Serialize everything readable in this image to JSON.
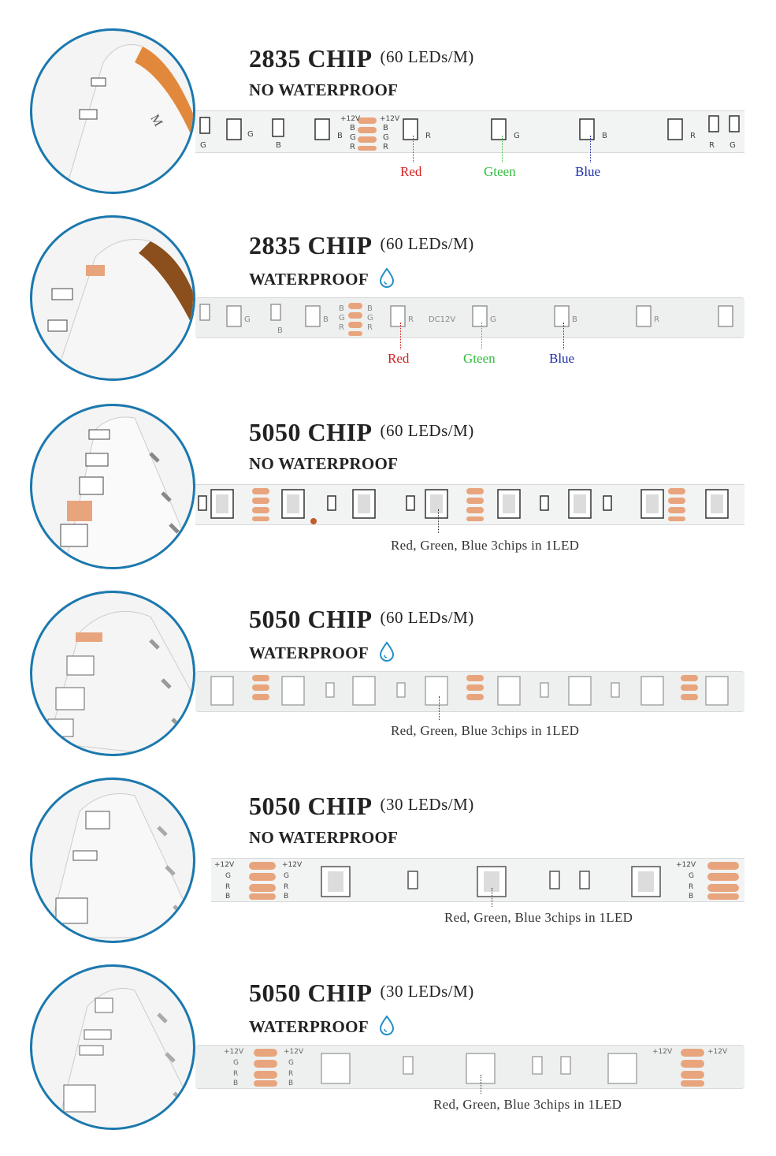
{
  "sections": [
    {
      "chip": "2835 CHIP",
      "density": "(60 LEDs/M)",
      "rating": "NO WATERPROOF",
      "waterproof": false,
      "callouts": [
        {
          "label": "Red",
          "color": "#d42020"
        },
        {
          "label": "Gteen",
          "color": "#2fbf3a"
        },
        {
          "label": "Blue",
          "color": "#1b2fa8"
        }
      ],
      "pad_labels": [
        "+12V",
        "B",
        "G",
        "R"
      ]
    },
    {
      "chip": "2835 CHIP",
      "density": "(60 LEDs/M)",
      "rating": "WATERPROOF",
      "waterproof": true,
      "callouts": [
        {
          "label": "Red",
          "color": "#d42020"
        },
        {
          "label": "Gteen",
          "color": "#2fbf3a"
        },
        {
          "label": "Blue",
          "color": "#1b2fa8"
        }
      ],
      "strip_text": "DC12V"
    },
    {
      "chip": "5050 CHIP",
      "density": "(60 LEDs/M)",
      "rating": "NO WATERPROOF",
      "waterproof": false,
      "note": "Red, Green, Blue 3chips in 1LED"
    },
    {
      "chip": "5050 CHIP",
      "density": "(60 LEDs/M)",
      "rating": "WATERPROOF",
      "waterproof": true,
      "note": "Red, Green, Blue 3chips in 1LED"
    },
    {
      "chip": "5050 CHIP",
      "density": "(30 LEDs/M)",
      "rating": "NO WATERPROOF",
      "waterproof": false,
      "note": "Red, Green, Blue 3chips in 1LED"
    },
    {
      "chip": "5050 CHIP",
      "density": "(30 LEDs/M)",
      "rating": "WATERPROOF",
      "waterproof": true,
      "note": "Red, Green, Blue 3chips in 1LED"
    }
  ],
  "colors": {
    "circle_border": "#1b78ae",
    "drop": "#1f8fc6",
    "copper_pad": "#e8a57d"
  },
  "icons": [
    "water-drop-icon",
    "scissors-icon"
  ]
}
